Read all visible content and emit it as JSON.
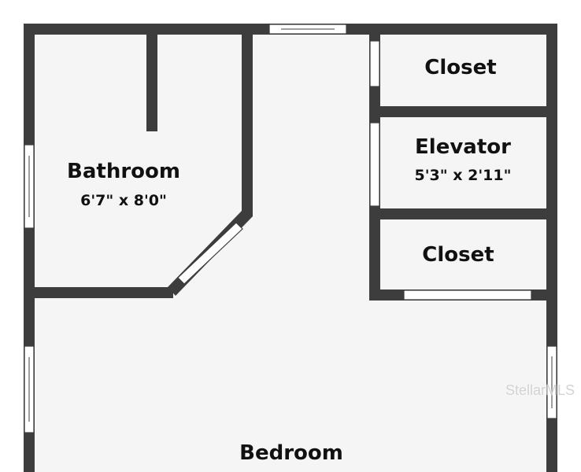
{
  "rooms": [
    {
      "name": "Bathroom",
      "dimensions": "6'7\" x 8'0\""
    },
    {
      "name": "Closet"
    },
    {
      "name": "Elevator",
      "dimensions": "5'3\" x 2'11\""
    },
    {
      "name": "Closet"
    },
    {
      "name": "Bedroom"
    }
  ],
  "watermark": "StellarMLS",
  "colors": {
    "wall": "#3d3d3d",
    "floor": "#f5f5f5"
  }
}
